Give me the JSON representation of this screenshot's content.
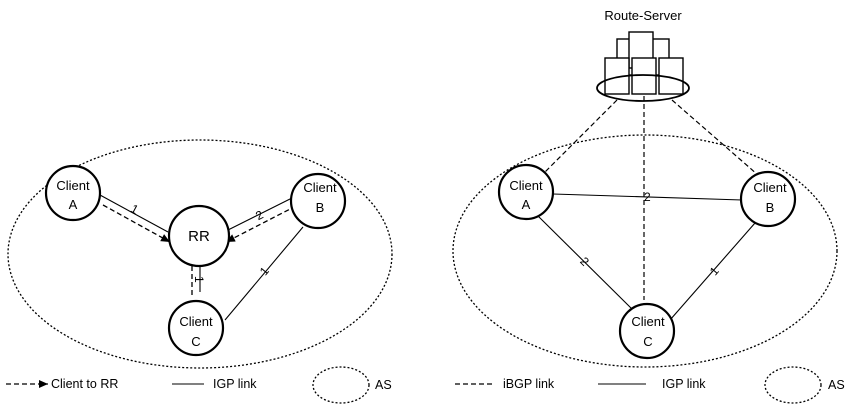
{
  "left_diagram": {
    "nodes": {
      "client_a": [
        "Client",
        "A"
      ],
      "rr": "RR",
      "client_b": [
        "Client",
        "B"
      ],
      "client_c": [
        "Client",
        "C"
      ]
    },
    "link_labels": {
      "a_rr": "1",
      "b_rr": "2",
      "rr_c": "1",
      "b_c": "1"
    },
    "legend": {
      "client_to_rr": "Client to RR",
      "igp_link": "IGP link",
      "as": "AS"
    }
  },
  "right_diagram": {
    "title": "Route-Server",
    "nodes": {
      "client_a": [
        "Client",
        "A"
      ],
      "client_b": [
        "Client",
        "B"
      ],
      "client_c": [
        "Client",
        "C"
      ]
    },
    "link_labels": {
      "a_b": "2",
      "a_c": "2",
      "b_c": "1"
    },
    "legend": {
      "ibgp_link": "iBGP link",
      "igp_link": "IGP link",
      "as": "AS"
    }
  }
}
